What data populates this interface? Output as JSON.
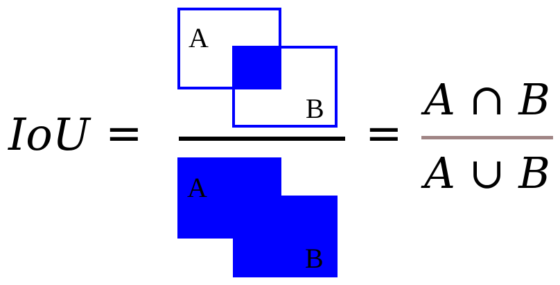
{
  "lhs": {
    "text": "IoU"
  },
  "operators": {
    "equals": "="
  },
  "numerator": {
    "label_a": "A",
    "label_b": "B"
  },
  "denominator": {
    "label_a": "A",
    "label_b": "B"
  },
  "formula": {
    "numerator": "A ∩ B",
    "denominator": "A ∪ B"
  },
  "colors": {
    "shape_blue": "#0000ff",
    "fraction_bar_main": "#000000",
    "fraction_bar_formula": "#a08585"
  }
}
